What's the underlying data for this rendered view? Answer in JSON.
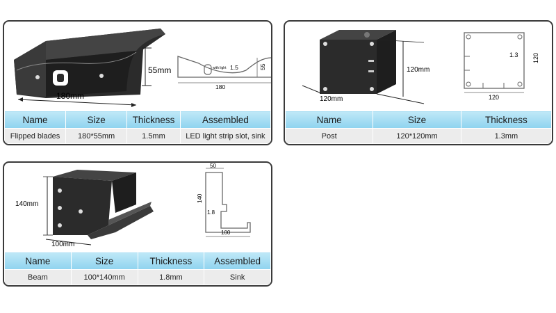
{
  "headers": {
    "name": "Name",
    "size": "Size",
    "thickness": "Thickness",
    "assembled": "Assembled"
  },
  "blade": {
    "name": "Flipped blades",
    "size": "180*55mm",
    "thickness": "1.5mm",
    "assembled": "LED light strip slot, sink",
    "dim_width": "180mm",
    "dim_height": "55mm",
    "drawing_width": "180",
    "drawing_height": "55",
    "drawing_thickness": "1.5",
    "drawing_light_label": "with light"
  },
  "post": {
    "name": "Post",
    "size": "120*120mm",
    "thickness": "1.3mm",
    "dim_width": "120mm",
    "dim_height": "120mm",
    "drawing_width": "120",
    "drawing_height": "120",
    "drawing_thickness": "1.3"
  },
  "beam": {
    "name": "Beam",
    "size": "100*140mm",
    "thickness": "1.8mm",
    "assembled": "Sink",
    "dim_width": "100mm",
    "dim_height": "140mm",
    "drawing_top": "50",
    "drawing_height": "140",
    "drawing_thickness": "1.8",
    "drawing_bottom": "100"
  }
}
